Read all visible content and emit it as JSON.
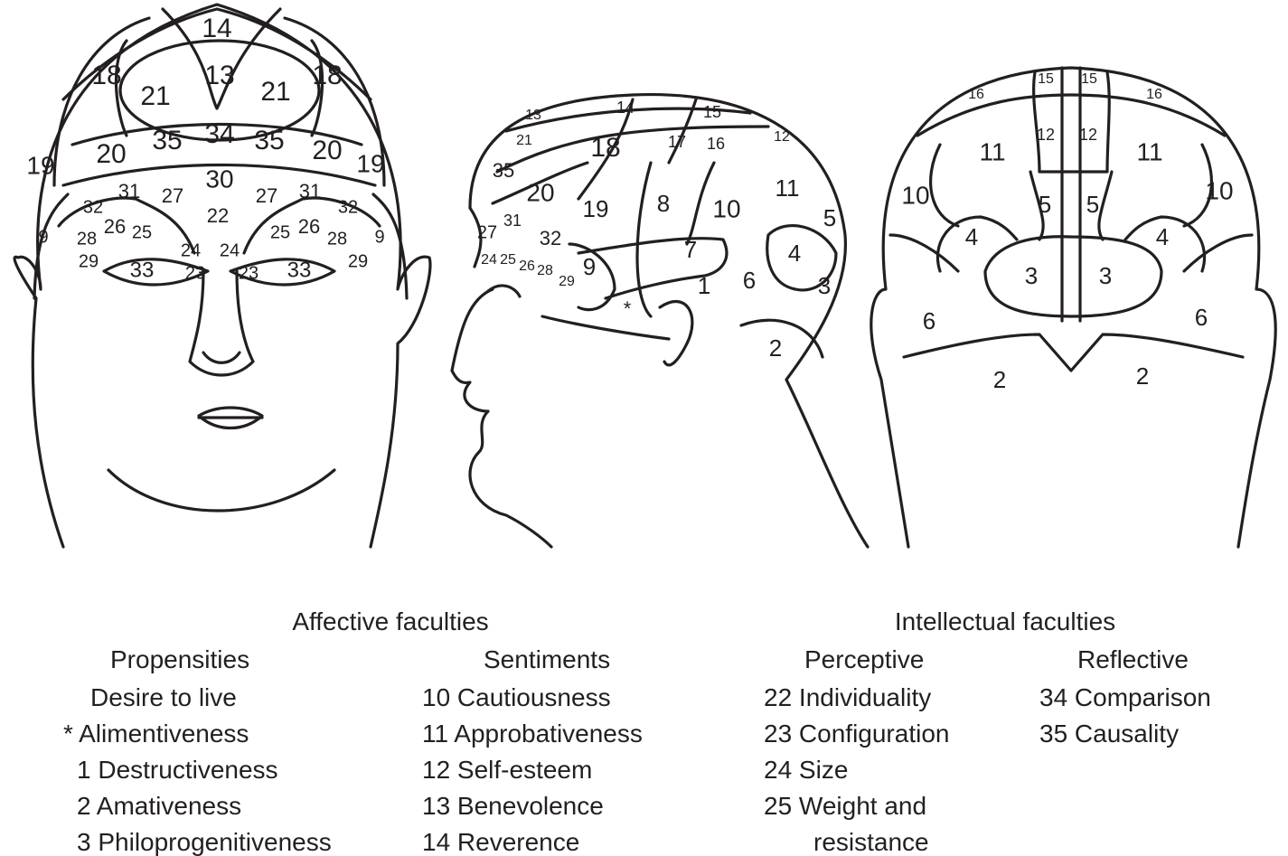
{
  "figure": {
    "front_view_labels": [
      "14",
      "18",
      "13",
      "18",
      "21",
      "21",
      "35",
      "34",
      "35",
      "20",
      "20",
      "19",
      "19",
      "30",
      "31",
      "27",
      "27",
      "31",
      "22",
      "32",
      "32",
      "9",
      "9",
      "28",
      "26",
      "25",
      "24",
      "24",
      "25",
      "26",
      "28",
      "29",
      "29",
      "33",
      "33",
      "23",
      "23"
    ],
    "side_view_labels": [
      "13",
      "14",
      "15",
      "21",
      "18",
      "17",
      "16",
      "12",
      "35",
      "20",
      "19",
      "8",
      "10",
      "11",
      "5",
      "27",
      "31",
      "32",
      "9",
      "7",
      "4",
      "6",
      "3",
      "1",
      "24",
      "25",
      "26",
      "28",
      "29",
      "*",
      "2"
    ],
    "back_view_labels": [
      "16",
      "15",
      "15",
      "16",
      "12",
      "12",
      "11",
      "11",
      "10",
      "10",
      "5",
      "5",
      "4",
      "4",
      "3",
      "3",
      "6",
      "6",
      "2",
      "2"
    ]
  },
  "legend": {
    "affective_title": "Affective faculties",
    "intellectual_title": "Intellectual faculties",
    "columns": [
      {
        "header": "Propensities",
        "items": [
          "Desire to live",
          "*  Alimentiveness",
          "1 Destructiveness",
          "2 Amativeness",
          "3 Philoprogenitiveness"
        ]
      },
      {
        "header": "Sentiments",
        "items": [
          "10 Cautiousness",
          "11 Approbativeness",
          "12 Self-esteem",
          "13 Benevolence",
          "14 Reverence"
        ]
      },
      {
        "header": "Perceptive",
        "items": [
          "22 Individuality",
          "23 Configuration",
          "24 Size",
          "25 Weight and",
          "resistance"
        ]
      },
      {
        "header": "Reflective",
        "items": [
          "34 Comparison",
          "35 Causality"
        ]
      }
    ]
  }
}
